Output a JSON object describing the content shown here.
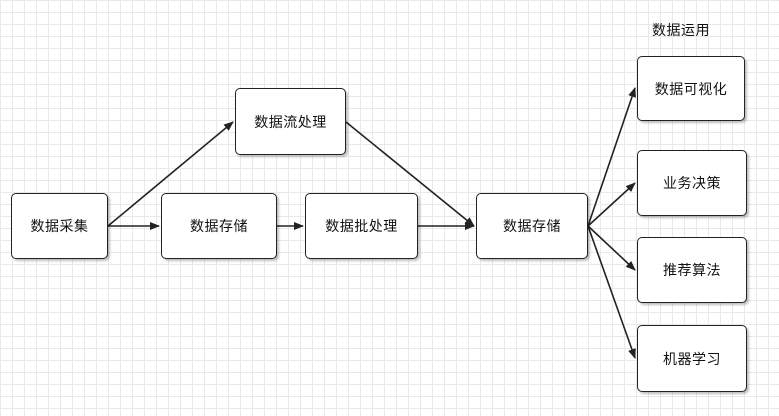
{
  "nodes": {
    "collect": "数据采集",
    "store_a": "数据存储",
    "stream": "数据流处理",
    "batch": "数据批处理",
    "store_b": "数据存储",
    "visualize": "数据可视化",
    "decision": "业务决策",
    "recommend": "推荐算法",
    "ml": "机器学习"
  },
  "group_title": "数据运用",
  "colors": {
    "stroke": "#222222",
    "grid": "#e9e9e9"
  }
}
